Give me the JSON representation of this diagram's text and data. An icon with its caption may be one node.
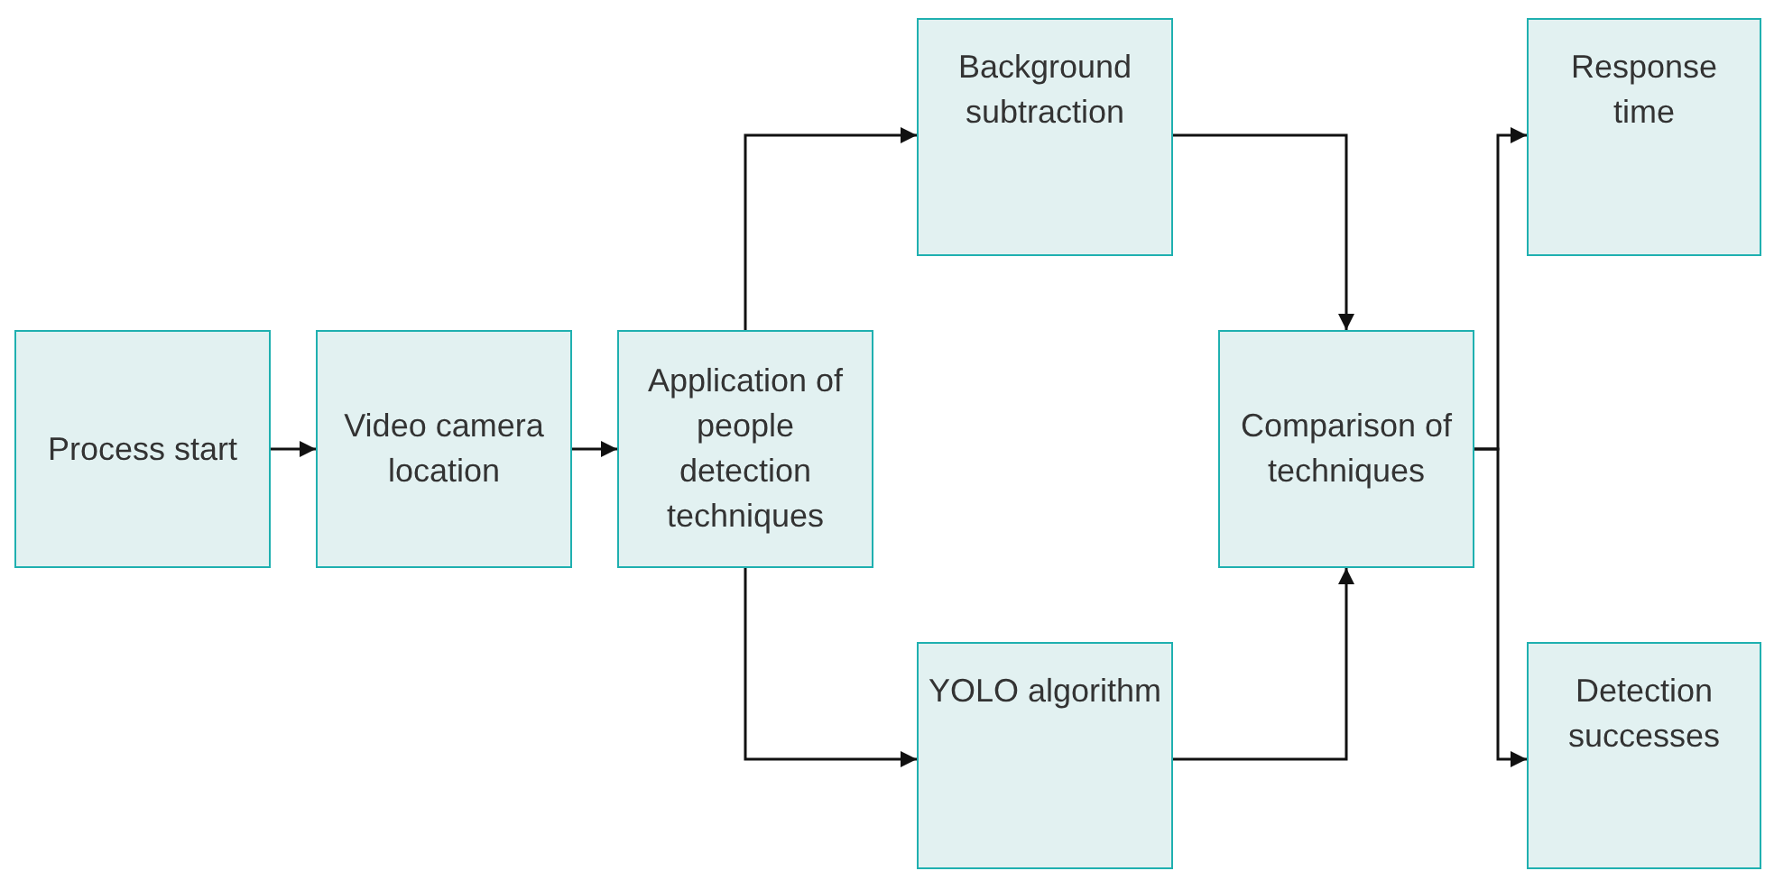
{
  "diagram": {
    "nodes": [
      {
        "text": [
          "Process start"
        ]
      },
      {
        "text": [
          "Video camera location"
        ]
      },
      {
        "text": [
          "Application of people detection techniques"
        ]
      },
      {
        "text": [
          "Background subtraction"
        ]
      },
      {
        "text": [
          "YOLO algorithm"
        ]
      },
      {
        "text": [
          "Comparison of techniques"
        ]
      },
      {
        "text": [
          "Response time"
        ]
      },
      {
        "text": [
          "Detection successes"
        ]
      }
    ],
    "edges": [
      {
        "from": 0,
        "to": 1,
        "arrow": "to"
      },
      {
        "from": 1,
        "to": 2,
        "arrow": "to"
      },
      {
        "from": 2,
        "to": 3,
        "arrow": "to"
      },
      {
        "from": 2,
        "to": 4,
        "arrow": "to"
      },
      {
        "from": 3,
        "to": 5,
        "arrow": "to"
      },
      {
        "from": 4,
        "to": 5,
        "arrow": "to"
      },
      {
        "from": 5,
        "to": 6,
        "arrow": "to"
      },
      {
        "from": 5,
        "to": 7,
        "arrow": "to"
      }
    ]
  }
}
